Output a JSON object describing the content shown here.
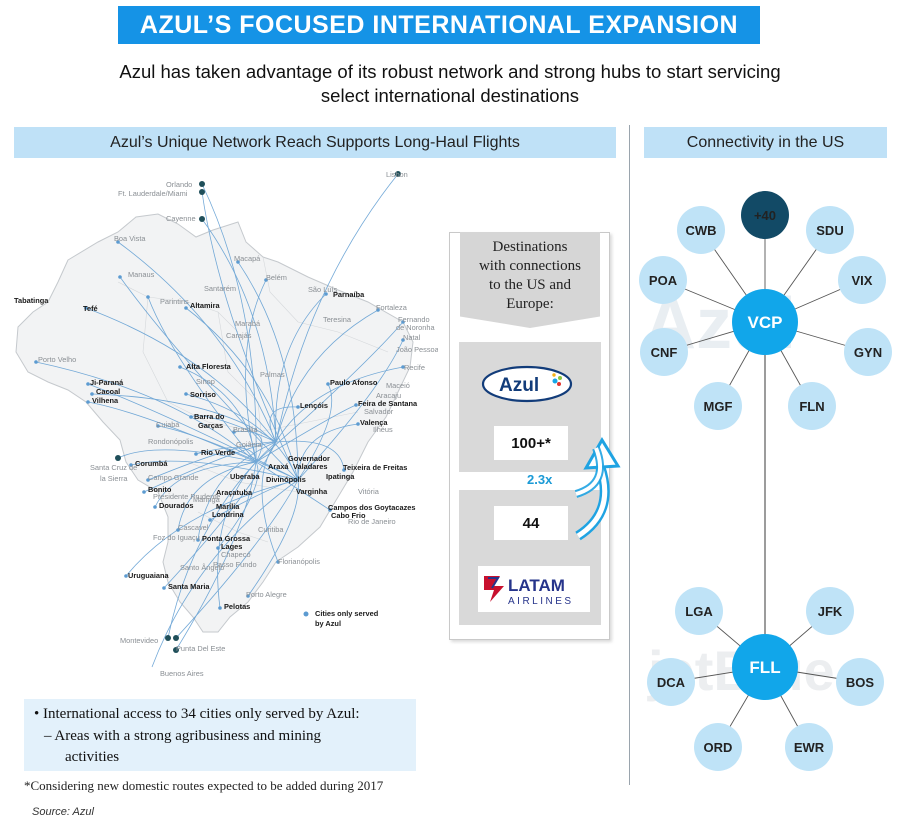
{
  "title": "AZUL’S FOCUSED INTERNATIONAL EXPANSION",
  "subtitle_line1": "Azul has taken advantage of its robust network and strong hubs to start servicing",
  "subtitle_line2": "select international destinations",
  "left_header": "Azul’s Unique Network Reach Supports Long-Haul Flights",
  "right_header": "Connectivity in the US",
  "map": {
    "legend": "Cities only served",
    "legend2": "by Azul",
    "intl": [
      "Lisbon",
      "Orlando",
      "Ft. Lauderdale/Miami",
      "Cayenne",
      "Santa Cruz de",
      "la Sierra",
      "Montevideo",
      "Punta Del Este",
      "Buenos Aires"
    ],
    "bold_cities": [
      "Tabatinga",
      "Tefé",
      "Altamira",
      "Parnaíba",
      "Alta Floresta",
      "Ji-Paraná",
      "Cacoal",
      "Vilhena",
      "Sorriso",
      "Barra do",
      "Garças",
      "Rio Verde",
      "Corumbá",
      "Bonito",
      "Dourados",
      "Uberaba",
      "Araxá",
      "Governador",
      "Valadares",
      "Divinópolis",
      "Ipatinga",
      "Teixeira de Freitas",
      "Varginha",
      "Araçatuba",
      "Marília",
      "Londrina",
      "Campos dos Goytacazes",
      "Cabo Frio",
      "Ponta Grossa",
      "Lages",
      "Uruguaiana",
      "Santa Maria",
      "Pelotas",
      "Paulo Afonso",
      "Lençóis",
      "Feira de Santana",
      "Valença"
    ],
    "gray_cities": [
      "Boa Vista",
      "Manaus",
      "Santarém",
      "Belém",
      "Macapá",
      "Parintins",
      "Marabá",
      "Carajás",
      "Fortaleza",
      "Fernando",
      "de Noronha",
      "Porto Velho",
      "Sinop",
      "Cuiabá",
      "Rondonópolis",
      "Campo Grande",
      "Presidente Prudente",
      "Maringá",
      "Cascavel",
      "Foz do Iguaçu",
      "Chapecó",
      "Passo Fundo",
      "Santo Ângelo",
      "Porto Alegre",
      "Florianópolis",
      "Curitiba",
      "Brasília",
      "Goiânia",
      "Salvador",
      "Recife",
      "João Pessoa",
      "Rio de Janeiro",
      "Vitória",
      "São Luís",
      "Teresina",
      "Palmas",
      "Natal",
      "Maceió",
      "Aracaju",
      "Ilhéus"
    ]
  },
  "bullets": {
    "main": "International access to 34 cities only served by Azul:",
    "sub_line1": "– Areas with a strong agribusiness and mining",
    "sub_line2": "activities"
  },
  "footnote": "*Considering new domestic routes expected to be added during 2017",
  "source": "Source: Azul",
  "comparison": {
    "header": [
      "Destinations",
      "with connections",
      "to the US and",
      "Europe:"
    ],
    "azul_logo_text": "Azul",
    "azul_value": "100+*",
    "latam_value": "44",
    "ratio": "2.3x",
    "latam_logo_text": "LATAM",
    "latam_logo_sub": "AIRLINES"
  },
  "network": {
    "top_hub": "VCP",
    "top_spokes": [
      "+40",
      "SDU",
      "VIX",
      "GYN",
      "FLN",
      "MGF",
      "CNF",
      "POA",
      "CWB"
    ],
    "top_watermark": "Azul",
    "bottom_hub": "FLL",
    "bottom_spokes": [
      "JFK",
      "BOS",
      "EWR",
      "ORD",
      "DCA",
      "LGA"
    ],
    "bottom_watermark": "jetBlue"
  },
  "colors": {
    "banner": "#1593e6",
    "band": "#bfe1f7",
    "hub": "#11a6ea",
    "spoke": "#bfe3f7",
    "dark_spoke": "#124a66",
    "route": "#5c9bd1",
    "arrow": "#1fa3e2"
  }
}
